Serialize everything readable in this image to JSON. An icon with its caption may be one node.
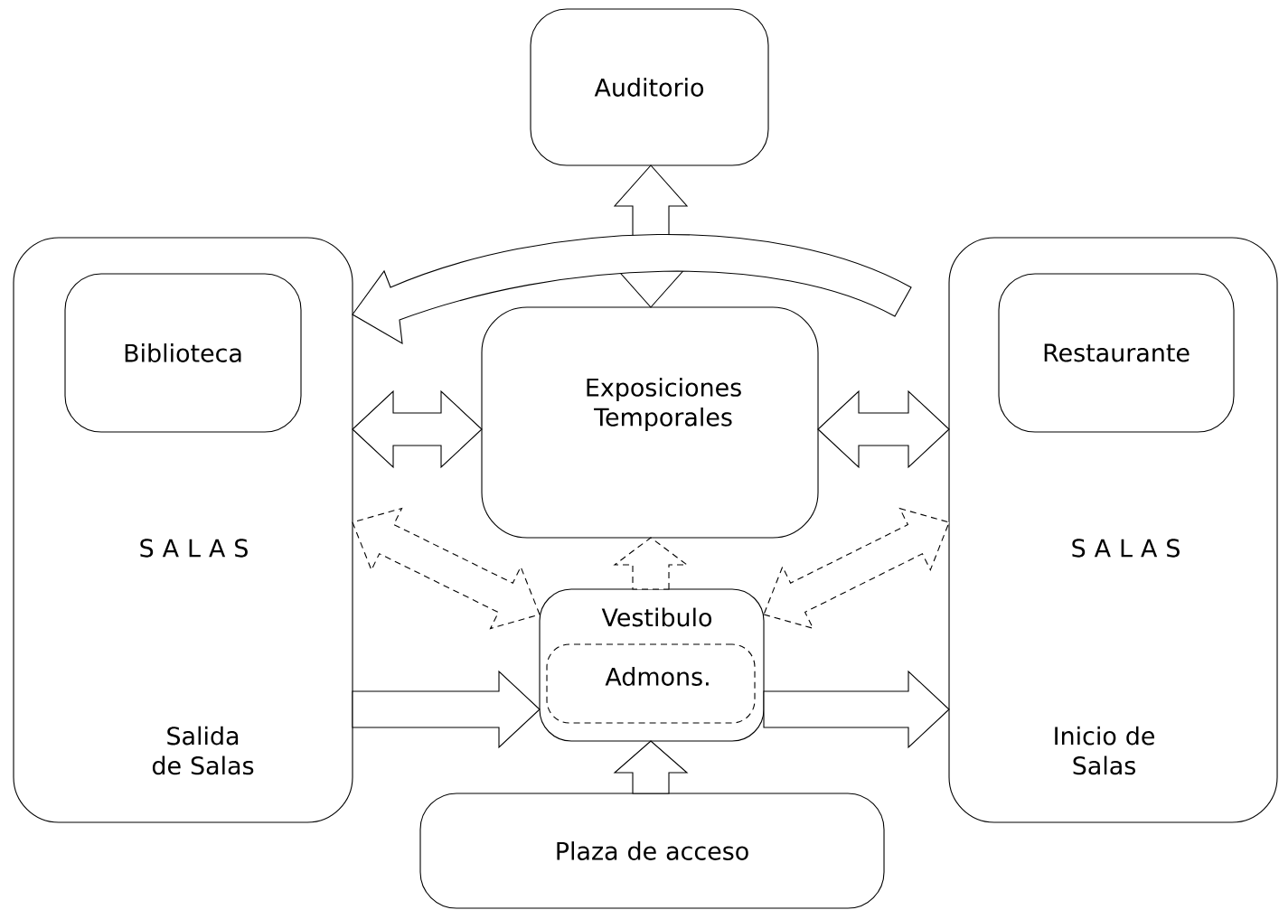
{
  "diagram": {
    "nodes": [
      {
        "text": [
          "Auditorio"
        ]
      },
      {
        "text": [
          "S A L A S",
          "Salida de Salas"
        ]
      },
      {
        "text": [
          "Biblioteca"
        ],
        "in": 1
      },
      {
        "text": [
          "Exposiciones Temporales"
        ]
      },
      {
        "text": [
          "S A L A S",
          "Inicio de Salas"
        ]
      },
      {
        "text": [
          "Restaurante"
        ],
        "in": 4
      },
      {
        "text": [
          "Vestibulo"
        ]
      },
      {
        "text": [
          "Admons."
        ],
        "in": 6
      },
      {
        "text": [
          "Plaza de acceso"
        ]
      }
    ],
    "edges": [
      {
        "from": 3,
        "to": 0,
        "arrow": "both"
      },
      {
        "from": 4,
        "to": 1,
        "arrow": "to"
      },
      {
        "from": 1,
        "to": 3,
        "arrow": "both"
      },
      {
        "from": 3,
        "to": 4,
        "arrow": "both"
      },
      {
        "from": 6,
        "to": 1,
        "arrow": "both",
        "style": "dashed"
      },
      {
        "from": 6,
        "to": 4,
        "arrow": "both",
        "style": "dashed"
      },
      {
        "from": 6,
        "to": 3,
        "arrow": "to",
        "style": "dashed"
      },
      {
        "from": 1,
        "to": 6,
        "arrow": "to"
      },
      {
        "from": 6,
        "to": 4,
        "arrow": "to"
      },
      {
        "from": 8,
        "to": 6,
        "arrow": "to"
      }
    ]
  }
}
